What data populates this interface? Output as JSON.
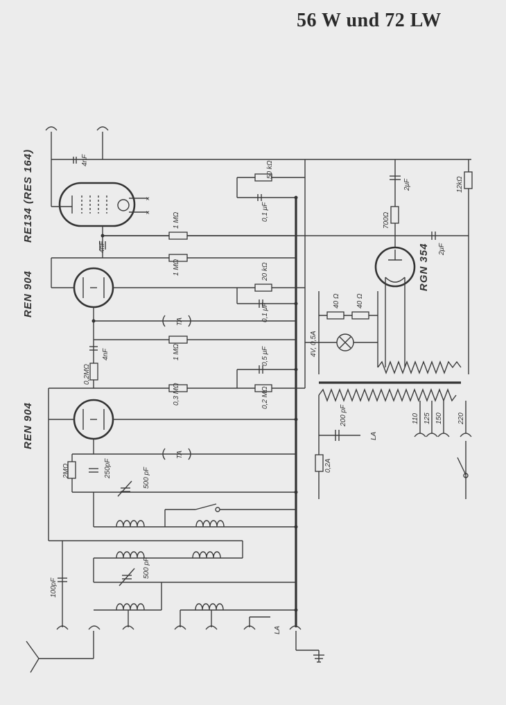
{
  "title": "56 W und 72 LW",
  "tubes": {
    "t1": "RE134 (RES 164)",
    "t2": "REN 904",
    "t3": "REN 904",
    "rect": "RGN 354"
  },
  "labels": {
    "c_4nf_top": "4nF",
    "r_50k": "50 kΩ",
    "c_2uf_top": "2μF",
    "r_12k": "12kΩ",
    "c_01_top": "0,1 μF",
    "r_700": "700Ω",
    "r_1m_a": "1 MΩ",
    "c_4nf_b": "4nF",
    "c_2uf_mid": "2μF",
    "r_1m_b": "1 MΩ",
    "r_20k": "20 kΩ",
    "c_01_mid": "0,1 μF",
    "r_40a": "40 Ω",
    "r_40b": "40 Ω",
    "lamp": "4V, 0,5A",
    "ta1": "TA",
    "r_1m_c": "1 MΩ",
    "c_4nf_c": "4nF",
    "r_02m": "0,2MΩ",
    "r_03m": "0,3 MΩ",
    "c_05": "0,5 μF",
    "r_02m_b": "0,2 MΩ",
    "c_200pf": "200 pF",
    "la1": "LA",
    "fuse": "0,2A",
    "v110": "110",
    "v125": "125",
    "v150": "150",
    "v220": "220",
    "ta2": "TA",
    "r_2m": "2MΩ",
    "c_250pf": "250pF",
    "c_500pf_a": "500 pF",
    "c_500pf_b": "500 pF",
    "c_100pf": "100pF",
    "la2": "LA"
  }
}
